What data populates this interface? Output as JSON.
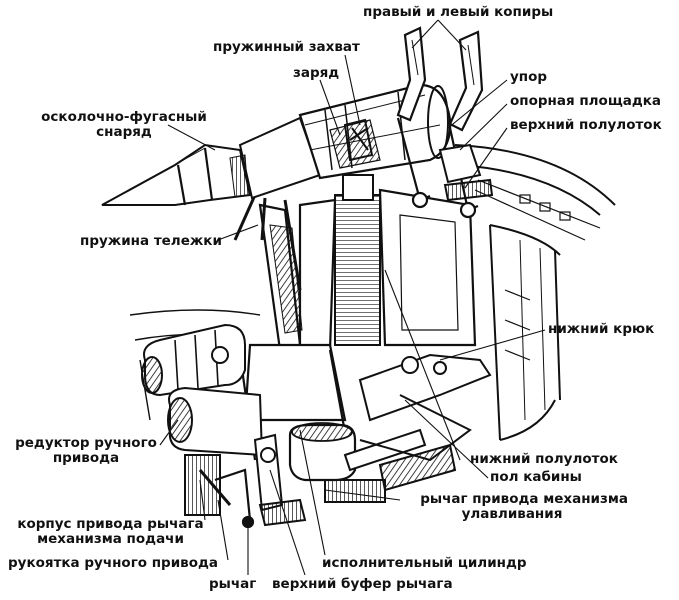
{
  "labels": {
    "copiers": "правый и левый копиры",
    "spring_grip": "пружинный захват",
    "charge": "заряд",
    "stop": "упор",
    "support_platform": "опорная площадка",
    "upper_half_tray": "верхний полулоток",
    "shell_line1": "осколочно-фугасный",
    "shell_line2": "снаряд",
    "trolley_spring": "пружина тележки",
    "lower_hook": "нижний крюк",
    "gearbox_line1": "редуктор ручного",
    "gearbox_line2": "привода",
    "lower_half_tray": "нижний полулоток",
    "cabin_floor": "пол кабины",
    "catch_lever_line1": "рычаг привода механизма",
    "catch_lever_line2": "улавливания",
    "feed_housing_line1": "корпус привода рычага",
    "feed_housing_line2": "механизма подачи",
    "hand_crank": "рукоятка ручного привода",
    "lever": "рычаг",
    "upper_buffer": "верхний буфер рычага",
    "cylinder": "исполнительный цилиндр"
  },
  "colors": {
    "ink": "#111111",
    "paper": "#ffffff",
    "shade": "#3a3a3a"
  }
}
